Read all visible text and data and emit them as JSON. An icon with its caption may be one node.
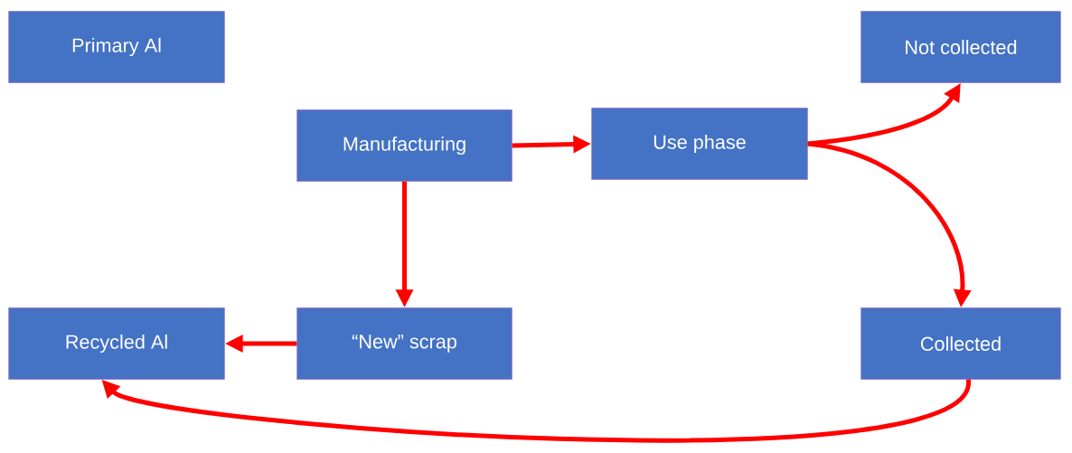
{
  "diagram": {
    "nodes": [
      {
        "text": [
          "Primary Al"
        ]
      },
      {
        "text": [
          "Not collected"
        ]
      },
      {
        "text": [
          "Manufacturing"
        ]
      },
      {
        "text": [
          "Use phase"
        ]
      },
      {
        "text": [
          "Recycled Al"
        ]
      },
      {
        "text": [
          "“New” scrap"
        ]
      },
      {
        "text": [
          "Collected"
        ]
      }
    ],
    "edges": [
      {
        "from": 2,
        "to": 3,
        "arrow": "to"
      },
      {
        "from": 3,
        "to": 1,
        "arrow": "to"
      },
      {
        "from": 3,
        "to": 6,
        "arrow": "to"
      },
      {
        "from": 2,
        "to": 5,
        "arrow": "to"
      },
      {
        "from": 5,
        "to": 4,
        "arrow": "to"
      },
      {
        "from": 6,
        "to": 4,
        "arrow": "to"
      }
    ]
  }
}
